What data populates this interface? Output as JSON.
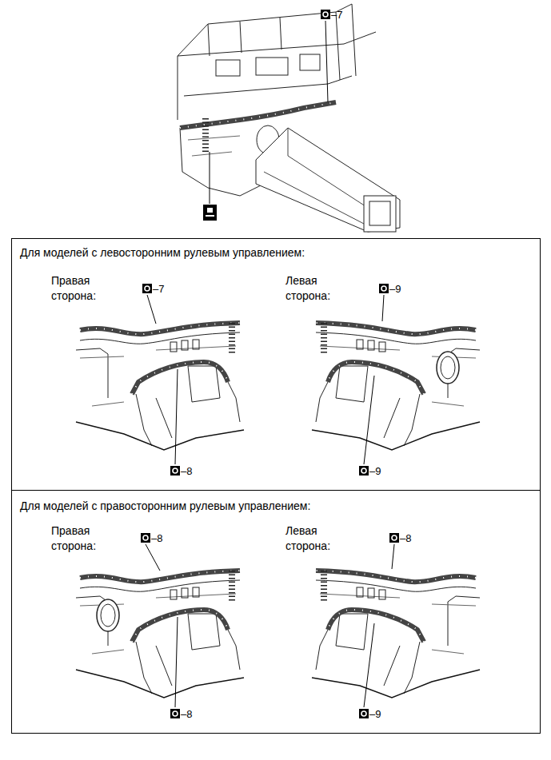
{
  "diagram": {
    "nodes": [
      {
        "text": [
          "Для моделей с левосторонним рулевым управлением:"
        ]
      },
      {
        "text": [
          "Для моделей с правосторонним рулевым управлением:"
        ]
      }
    ],
    "labels": [
      "–7",
      "Правая сторона:",
      "–7",
      "–8",
      "Левая сторона:",
      "–9",
      "–9",
      "Правая сторона:",
      "–8",
      "–8",
      "Левая сторона:",
      "–8",
      "–9"
    ]
  }
}
